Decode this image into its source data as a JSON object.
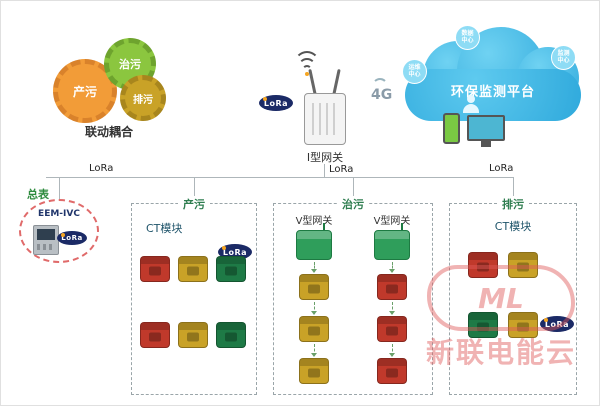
{
  "colors": {
    "gear_orange": "#f29c38",
    "gear_green": "#8bc63f",
    "gear_olive": "#c9a227",
    "module_red": "#c0392b",
    "module_yellow": "#c9a227",
    "module_green": "#1e7a46",
    "gateway_green": "#2f9e5b",
    "lora_navy": "#1b2a66",
    "cloud_blue": "#35b0e0",
    "meter_dash_pink": "#e06a6a",
    "watermark_pink": "#e05858"
  },
  "gears": {
    "items": [
      {
        "label": "产污"
      },
      {
        "label": "治污"
      },
      {
        "label": "排污"
      }
    ],
    "caption": "联动耦合"
  },
  "gateway": {
    "lora": "LoRa",
    "label": "I型网关",
    "signal": "4G"
  },
  "cloud": {
    "title": "环保监测平台",
    "badges": [
      {
        "label": "数据中心"
      },
      {
        "label": "运维中心"
      },
      {
        "label": "监测中心"
      }
    ]
  },
  "bus": {
    "labels": [
      {
        "text": "LoRa"
      },
      {
        "text": "LoRa"
      },
      {
        "text": "LoRa"
      }
    ]
  },
  "meter": {
    "tag": "总表",
    "model": "EEM-IVC",
    "lora": "LoRa"
  },
  "zones": {
    "produce": {
      "label": "产污",
      "module_label": "CT模块",
      "lora": "LoRa",
      "modules": [
        "red",
        "yellow",
        "green",
        "red",
        "yellow",
        "green"
      ]
    },
    "treat": {
      "label": "治污",
      "gateway_left": "V型网关",
      "gateway_right": "V型网关",
      "left_modules": [
        "yellow",
        "yellow",
        "yellow"
      ],
      "right_modules": [
        "red",
        "red",
        "red"
      ]
    },
    "discharge": {
      "label": "排污",
      "module_label": "CT模块",
      "lora": "LoRa",
      "modules": [
        "red",
        "yellow",
        "green",
        "yellow"
      ]
    }
  },
  "watermark": {
    "logo_text": "ML",
    "brand": "新联电能云"
  }
}
